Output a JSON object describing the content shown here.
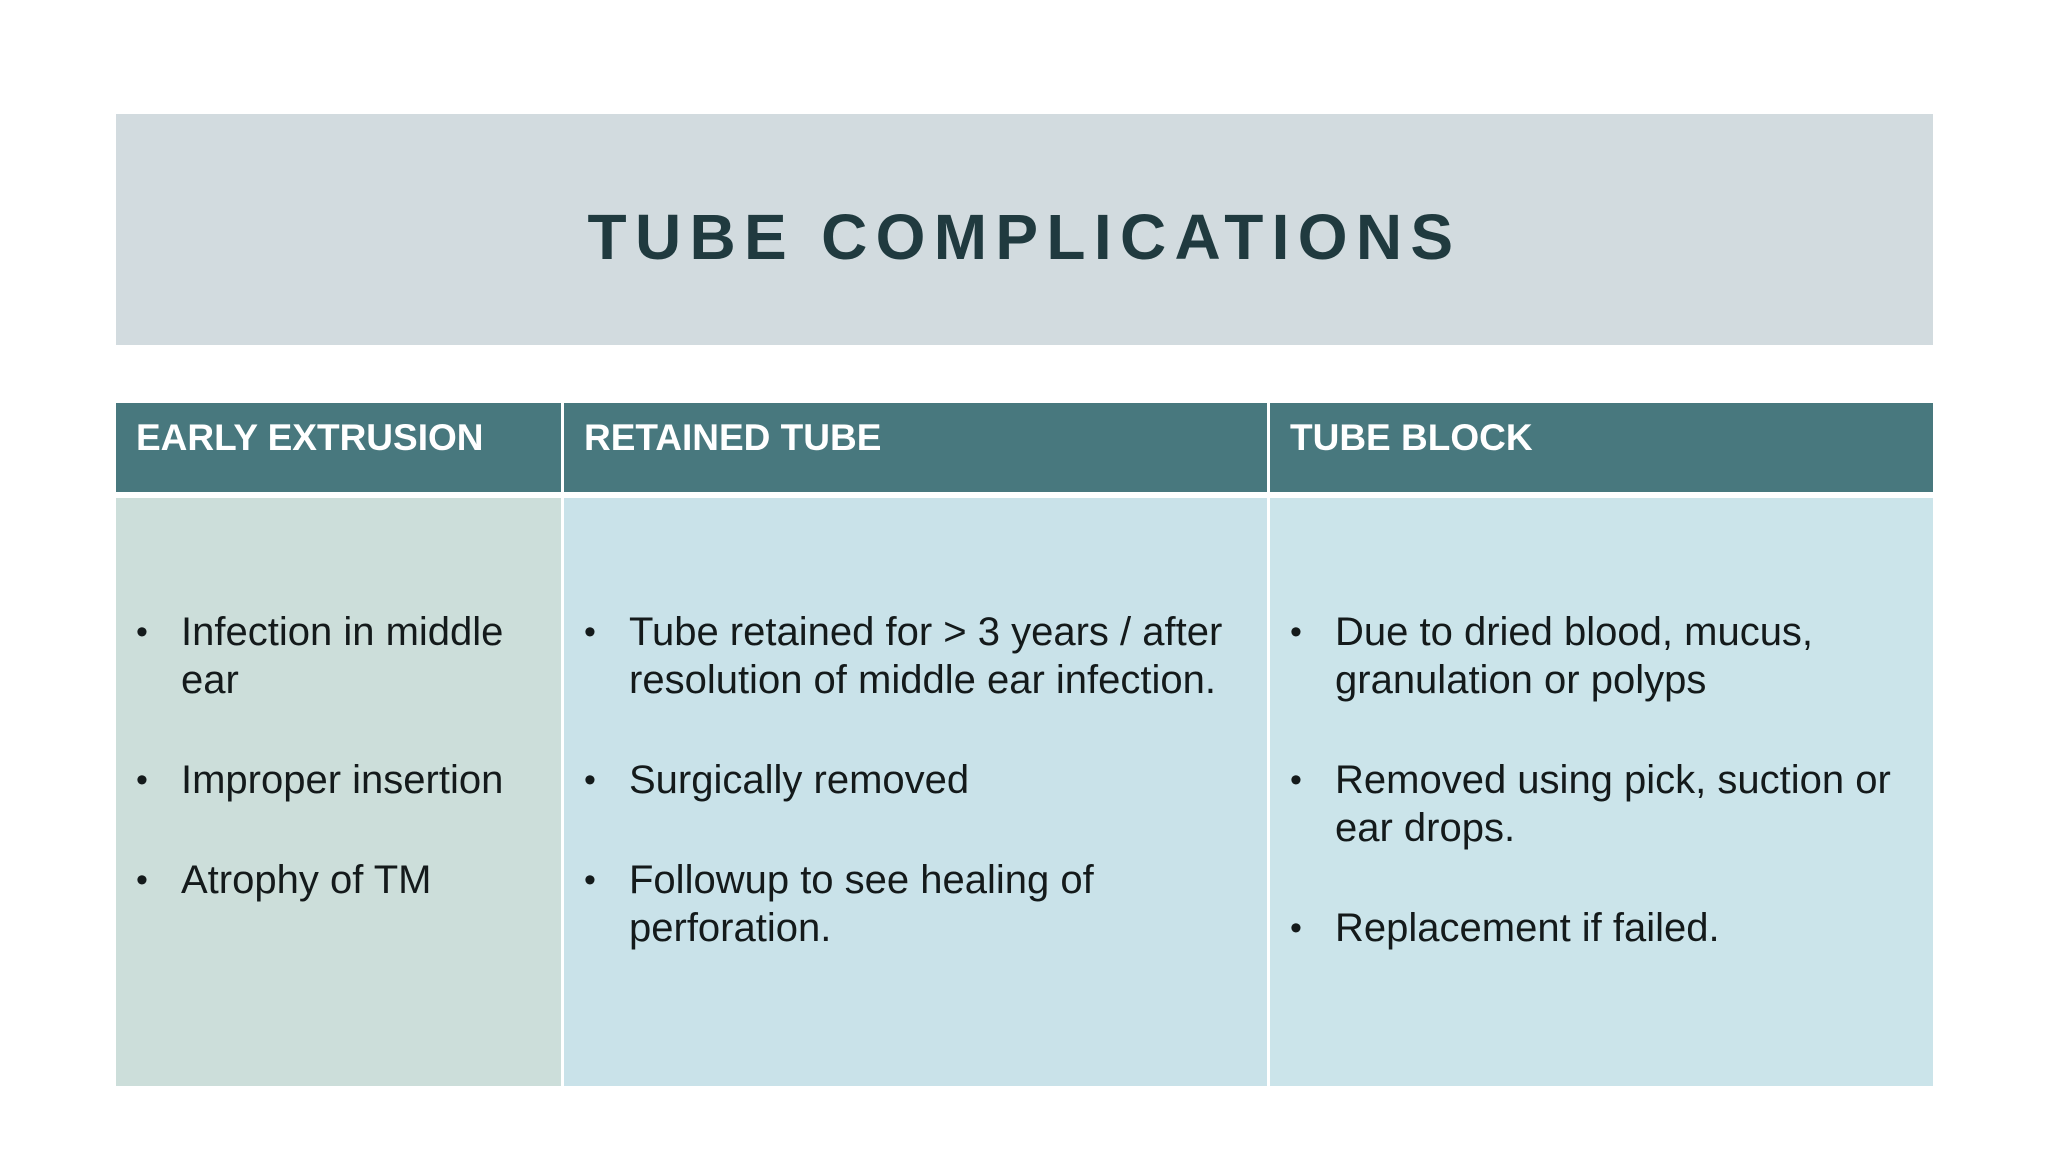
{
  "slide": {
    "title": "TUBE COMPLICATIONS"
  },
  "glyphs": {
    "bullet": "•"
  },
  "colors": {
    "banner_background": "#d2dbdf",
    "title_text": "#203a3f",
    "header_background": "#48787e",
    "header_text": "#ffffff",
    "column1_body_background": "#ccdeda",
    "column2_body_background": "#c9e2e9",
    "column3_body_background": "#cbe4ea",
    "body_text": "#141a1b",
    "page_background": "#ffffff"
  },
  "table": {
    "columns": [
      {
        "header": "EARLY EXTRUSION",
        "items": [
          "Infection in middle ear",
          "Improper insertion",
          "Atrophy of TM"
        ]
      },
      {
        "header": "RETAINED TUBE",
        "items": [
          "Tube retained for > 3 years / after resolution of middle ear infection.",
          "Surgically removed",
          "Followup to see healing of perforation."
        ]
      },
      {
        "header": "TUBE BLOCK",
        "items": [
          "Due to dried blood, mucus, granulation or polyps",
          "Removed using pick, suction or ear drops.",
          "Replacement if failed."
        ]
      }
    ]
  }
}
